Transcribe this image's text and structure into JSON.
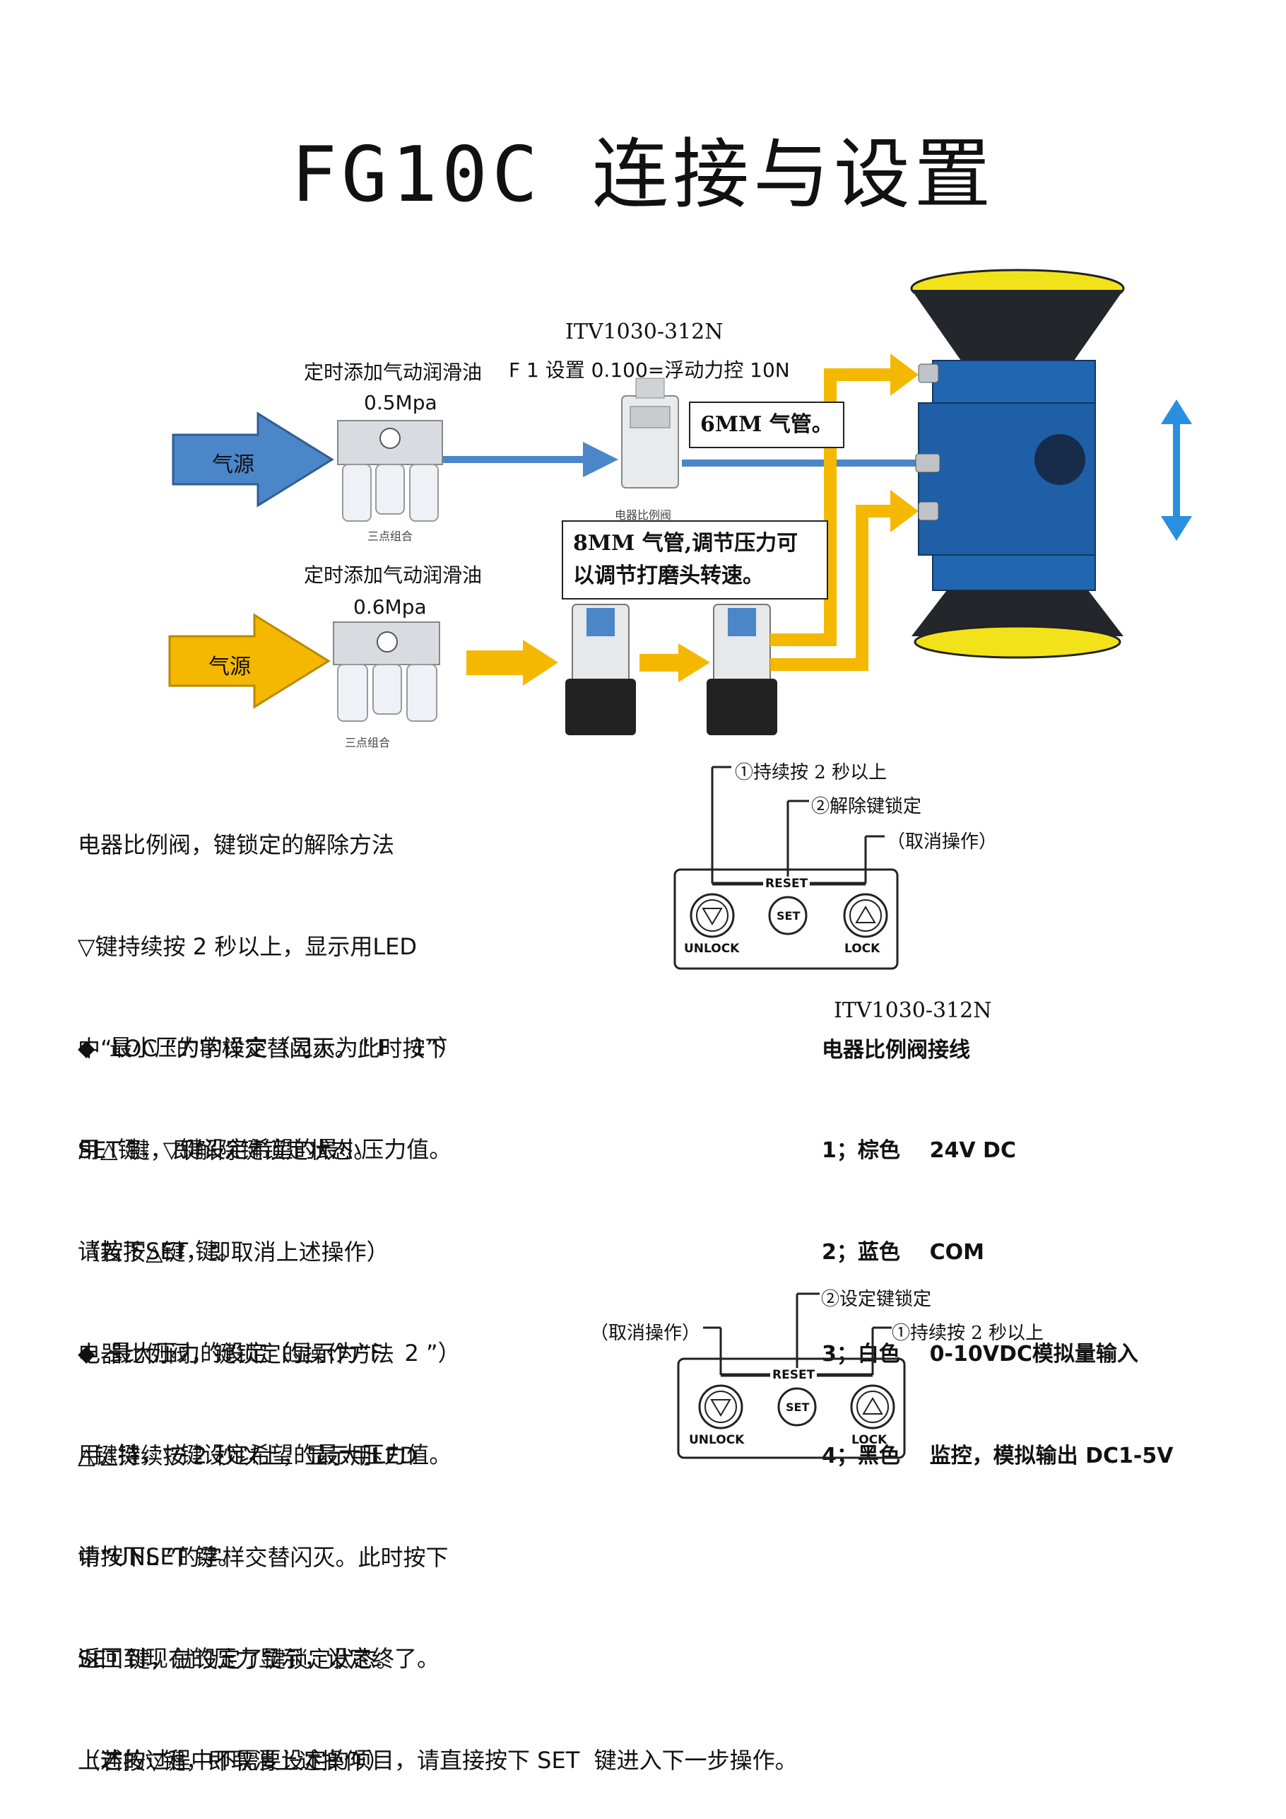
{
  "title": "FG10C 连接与设置",
  "diagram": {
    "valve_model": "ITV1030-312N",
    "f1_setting": "F 1 设置 0.100=浮动力控 10N",
    "lube_top": "定时添加气动润滑油",
    "pressure_top": "0.5Mpa",
    "lube_bottom": "定时添加气动润滑油",
    "pressure_bottom": "0.6Mpa",
    "air_source_top": "气源",
    "air_source_bottom": "气源",
    "frl_label_top": "三点组合",
    "frl_label_bottom": "三点组合",
    "valve_label": "电器比例阀",
    "callout_6mm": "6MM 气管。",
    "callout_8mm_line1": "8MM 气管,调节压力可",
    "callout_8mm_line2": "以调节打磨头转速。",
    "colors": {
      "blue": "#4a86c8",
      "yellow": "#f5b800"
    }
  },
  "unlock_section": {
    "lines": [
      "电器比例阀，键锁定的解除方法",
      "▽键持续按 2 秒以上，显示用LED",
      "中“LOC ”的字样交替闪灭。此时按下",
      "SET 键，即解除键锁定状态。",
      "（若按△键，即取消上述操作）"
    ],
    "panel": {
      "label1": "①持续按 2 秒以上",
      "label2": "②解除键锁定",
      "label3": "（取消操作）",
      "reset": "RESET",
      "set": "SET",
      "unlock": "UNLOCK",
      "lock": "LOCK"
    }
  },
  "pressure_section": {
    "lines": [
      "◆  最小压力的设定（显示为“ F   1”）",
      "用△键，▽键设定希望的最小压力值。",
      "请按下SET 键。",
      "◆  最大压力的设定（显示为“F   2 ”）",
      "用△键，▽键设定希望的最大压力值。",
      "请按下SET 键。",
      "返回到现在的压力显示，设定终了。",
      "上述的过程中不需要设定的项目，请直接按下 SET  键进入下一步操作。"
    ]
  },
  "wiring": {
    "model": "ITV1030-312N",
    "heading": "电器比例阀接线",
    "rows": [
      "1；棕色    24V DC",
      "2；蓝色    COM",
      "3；白色    0-10VDC模拟量输入",
      "4；黑色    监控，模拟输出 DC1-5V"
    ]
  },
  "lock_section": {
    "lines": [
      "电器比例阀，键锁定的操作方法",
      "△键持续按 2 秒以上，显示用LED",
      "中“UNL ”的字样交替闪灭。此时按下",
      "SET 键，就设定了键锁定状态。",
      "（若按▽键，即取消上述操作）"
    ],
    "panel": {
      "label1": "②设定键锁定",
      "label2": "①持续按 2 秒以上",
      "label3": "（取消操作）",
      "reset": "RESET",
      "set": "SET",
      "unlock": "UNLOCK",
      "lock": "LOCK"
    }
  }
}
